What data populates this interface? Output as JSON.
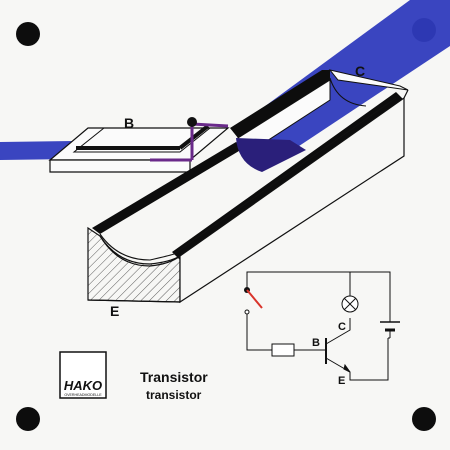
{
  "labels": {
    "base_region": "B",
    "collector_region": "C",
    "emitter_region": "E",
    "circuit_base": "B",
    "circuit_collector": "C",
    "circuit_emitter": "E"
  },
  "title": {
    "main": "Transistor",
    "sub": "transistor"
  },
  "logo": {
    "text": "HAKO",
    "tagline": "OVERHEADMODELLE"
  },
  "colors": {
    "beam": "#2f3bbd",
    "beam_dark": "#2a1f7a",
    "rail": "#0d0d0d",
    "hatch": "#333333",
    "wire": "#6a2a8a",
    "switch_lever": "#d9342b"
  }
}
